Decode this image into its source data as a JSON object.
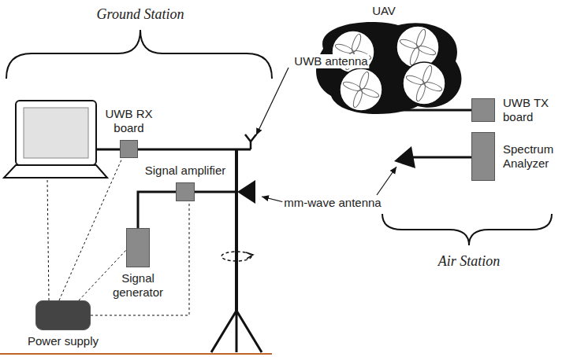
{
  "diagram": {
    "nodes": [
      {
        "text": [
          "UWB RX board"
        ]
      },
      {
        "text": [
          "Signal amplifier"
        ]
      },
      {
        "text": [
          "Signal generator"
        ]
      },
      {
        "text": [
          "Power supply"
        ]
      },
      {
        "text": [
          "UWB TX board"
        ]
      },
      {
        "text": [
          "Spectrum Analyzer"
        ]
      }
    ],
    "edges": [
      {
        "from": 3,
        "to": 0,
        "arrow": "none"
      },
      {
        "from": 3,
        "to": 2,
        "arrow": "none"
      },
      {
        "from": 3,
        "to": 1,
        "arrow": "none"
      },
      {
        "from": 2,
        "to": 1,
        "arrow": "none"
      }
    ],
    "labels": [
      "Ground Station",
      "UAV",
      "UWB antenna",
      "mm-wave antenna",
      "Air Station"
    ]
  }
}
